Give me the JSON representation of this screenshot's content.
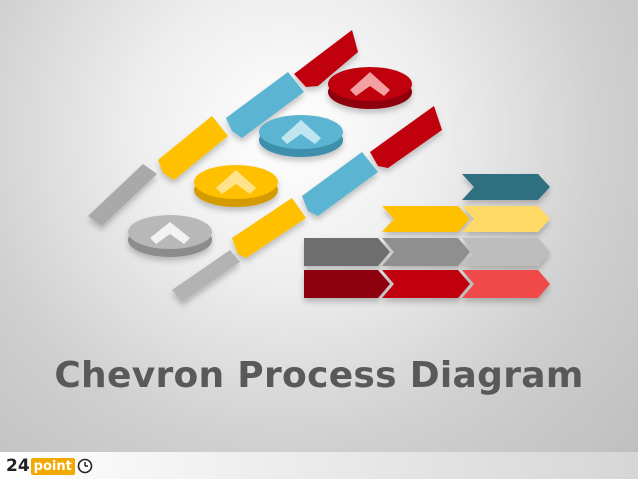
{
  "slide": {
    "title": "Chevron Process Diagram"
  },
  "footer": {
    "logo": {
      "number": "24",
      "word": "point",
      "icon": "clock-icon"
    }
  },
  "colors": {
    "red": "#c0000b",
    "red_bright": "#f04848",
    "blue": "#5ab4d2",
    "teal_dark": "#2d6f80",
    "yellow": "#ffc000",
    "yellow_light": "#ffd966",
    "gray": "#a6a6a6",
    "gray_dark": "#6e6e6e",
    "title": "#595959"
  }
}
